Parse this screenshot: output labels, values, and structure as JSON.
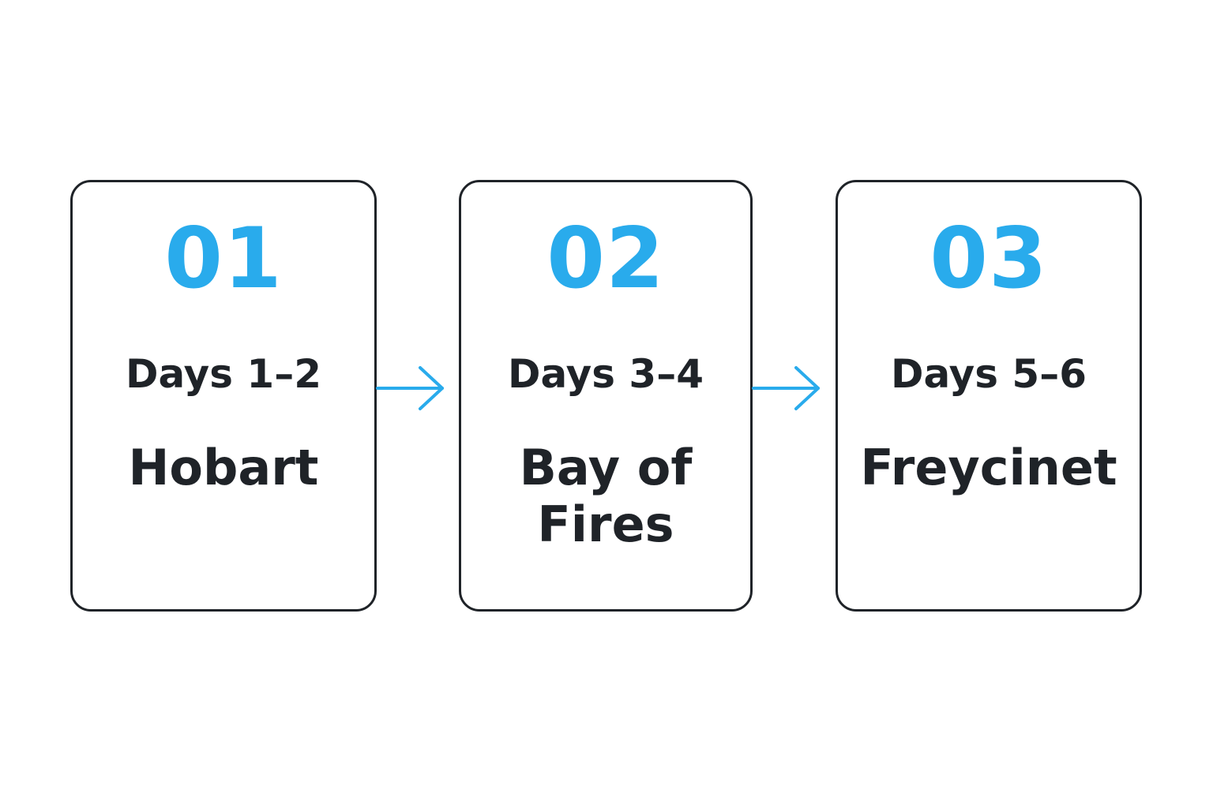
{
  "colors": {
    "accent": "#29abec",
    "text": "#1f2328",
    "border": "#1f2328",
    "background": "#ffffff"
  },
  "steps": [
    {
      "number": "01",
      "days": "Days 1–2",
      "place": "Hobart"
    },
    {
      "number": "02",
      "days": "Days 3–4",
      "place": "Bay of\nFires"
    },
    {
      "number": "03",
      "days": "Days 5–6",
      "place": "Freycinet"
    }
  ],
  "connectors": [
    {
      "icon": "arrow-right-icon"
    },
    {
      "icon": "arrow-right-icon"
    }
  ]
}
